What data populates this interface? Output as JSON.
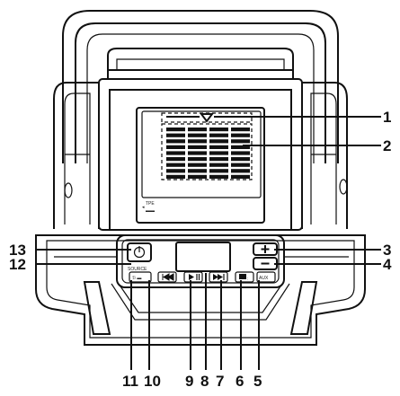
{
  "callouts": {
    "c1": "1",
    "c2": "2",
    "c3": "3",
    "c4": "4",
    "c5": "5",
    "c6": "6",
    "c7": "7",
    "c8": "8",
    "c9": "9",
    "c10": "10",
    "c11": "11",
    "c12": "12",
    "c13": "13"
  },
  "device_labels": {
    "source": "SOURCE",
    "tpe": "TPE",
    "aux": "AUX"
  },
  "icons": {
    "power": "power-icon",
    "play_pause": "play-pause-icon",
    "previous": "previous-track-icon",
    "next": "next-track-icon",
    "volume_up": "plus-icon",
    "volume_down": "minus-icon"
  }
}
